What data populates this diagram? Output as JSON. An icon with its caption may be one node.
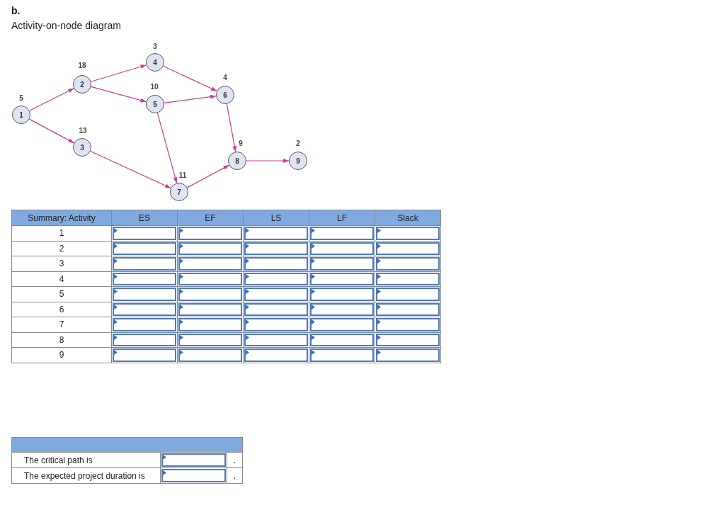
{
  "diagram": {
    "title": "Activity-on-node diagram",
    "nodes": [
      {
        "text": [
          "1"
        ],
        "beside": [
          "5"
        ]
      },
      {
        "text": [
          "2"
        ],
        "beside": [
          "18"
        ]
      },
      {
        "text": [
          "3"
        ],
        "beside": [
          "13"
        ]
      },
      {
        "text": [
          "4"
        ],
        "beside": [
          "3"
        ]
      },
      {
        "text": [
          "5"
        ],
        "beside": [
          "10"
        ]
      },
      {
        "text": [
          "6"
        ],
        "beside": [
          "4"
        ]
      },
      {
        "text": [
          "7"
        ],
        "beside": [
          "11"
        ]
      },
      {
        "text": [
          "8"
        ],
        "beside": [
          "9"
        ]
      },
      {
        "text": [
          "9"
        ],
        "beside": [
          "2"
        ]
      }
    ],
    "edges": [
      {
        "from": 0,
        "to": 1,
        "arrow": "to"
      },
      {
        "from": 0,
        "to": 2,
        "arrow": "to"
      },
      {
        "from": 1,
        "to": 3,
        "arrow": "to"
      },
      {
        "from": 1,
        "to": 4,
        "arrow": "to"
      },
      {
        "from": 3,
        "to": 5,
        "arrow": "to"
      },
      {
        "from": 4,
        "to": 5,
        "arrow": "to"
      },
      {
        "from": 4,
        "to": 6,
        "arrow": "to"
      },
      {
        "from": 2,
        "to": 6,
        "arrow": "to"
      },
      {
        "from": 5,
        "to": 7,
        "arrow": "to"
      },
      {
        "from": 6,
        "to": 7,
        "arrow": "to"
      },
      {
        "from": 7,
        "to": 8,
        "arrow": "to"
      }
    ],
    "labels": [
      "b.",
      "Summary: Activity",
      "ES",
      "EF",
      "LS",
      "LF",
      "Slack",
      "1",
      "2",
      "3",
      "4",
      "5",
      "6",
      "7",
      "8",
      "9",
      "The critical path is",
      ".",
      "The expected project duration is",
      "."
    ]
  }
}
